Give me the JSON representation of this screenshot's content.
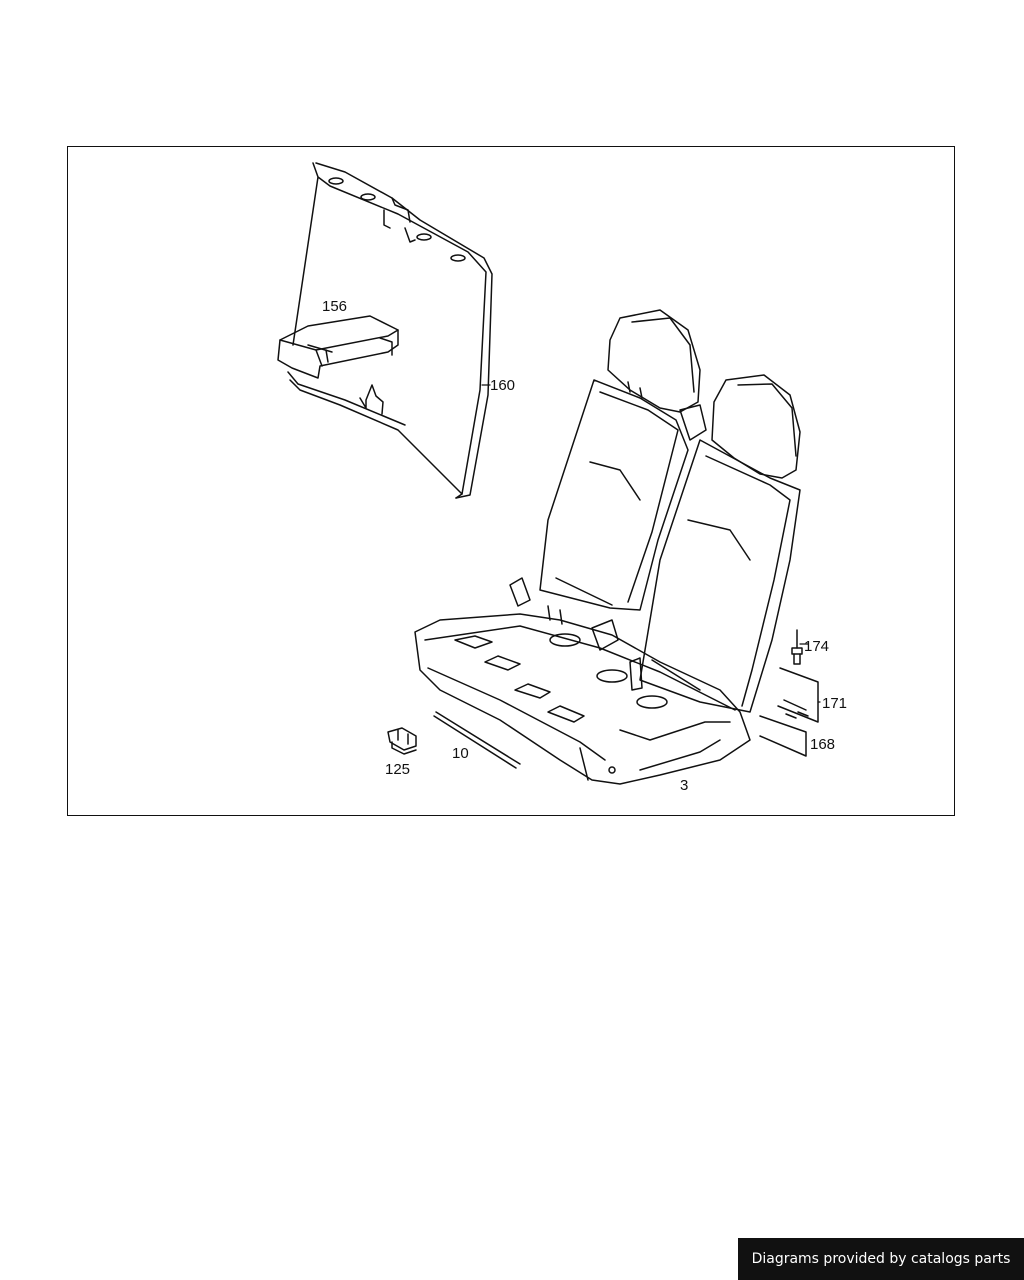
{
  "diagram": {
    "callouts": [
      "156",
      "160",
      "174",
      "171",
      "168",
      "10",
      "125",
      "3"
    ]
  },
  "footer": {
    "text": "Diagrams provided by catalogs parts"
  },
  "colors": {
    "line": "#111111",
    "background": "#ffffff",
    "badge": "#111111"
  }
}
